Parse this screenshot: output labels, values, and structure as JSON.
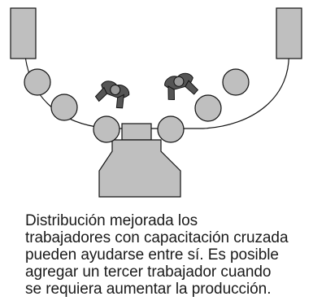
{
  "caption": {
    "lines": [
      "Distribución mejorada los",
      "trabajadores con capacitación cruzada",
      "pueden ayudarse entre sí. Es posible",
      "agregar un tercer trabajador cuando",
      "se requiera aumentar la producción."
    ]
  },
  "colors": {
    "fill": "#bfbfbf",
    "stroke": "#111111",
    "worker_body": "#555555",
    "worker_head": "#9a9a9a"
  }
}
